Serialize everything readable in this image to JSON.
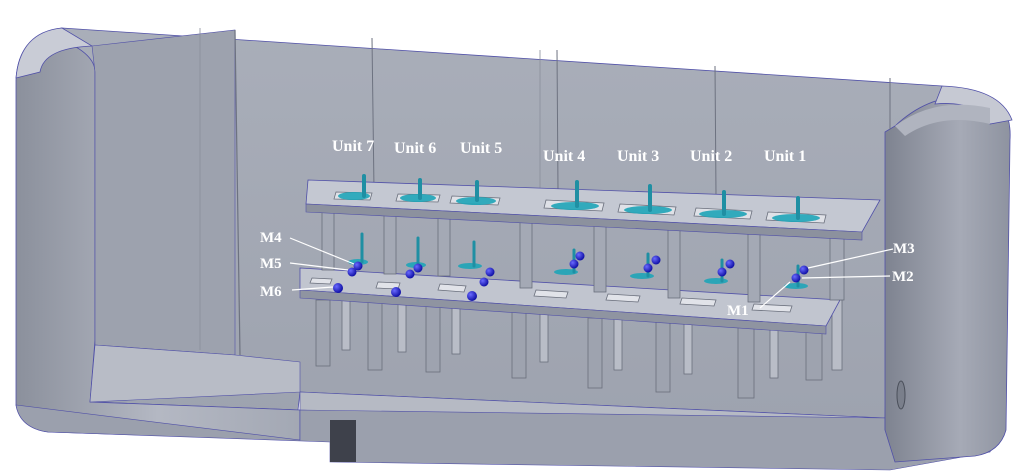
{
  "units": [
    {
      "label": "Unit 7"
    },
    {
      "label": "Unit 6"
    },
    {
      "label": "Unit 5"
    },
    {
      "label": "Unit 4"
    },
    {
      "label": "Unit 3"
    },
    {
      "label": "Unit 2"
    },
    {
      "label": "Unit 1"
    }
  ],
  "monitors": [
    {
      "label": "M4"
    },
    {
      "label": "M5"
    },
    {
      "label": "M6"
    },
    {
      "label": "M3"
    },
    {
      "label": "M2"
    },
    {
      "label": "M1"
    }
  ],
  "colors": {
    "structure": "#a3a8b5",
    "structure_dark": "#7c818e",
    "structure_light": "#c3c7d2",
    "edge": "#5050a8",
    "fluid": "#1fa5b8",
    "probe": "#1010c8",
    "label": "#ffffff"
  }
}
